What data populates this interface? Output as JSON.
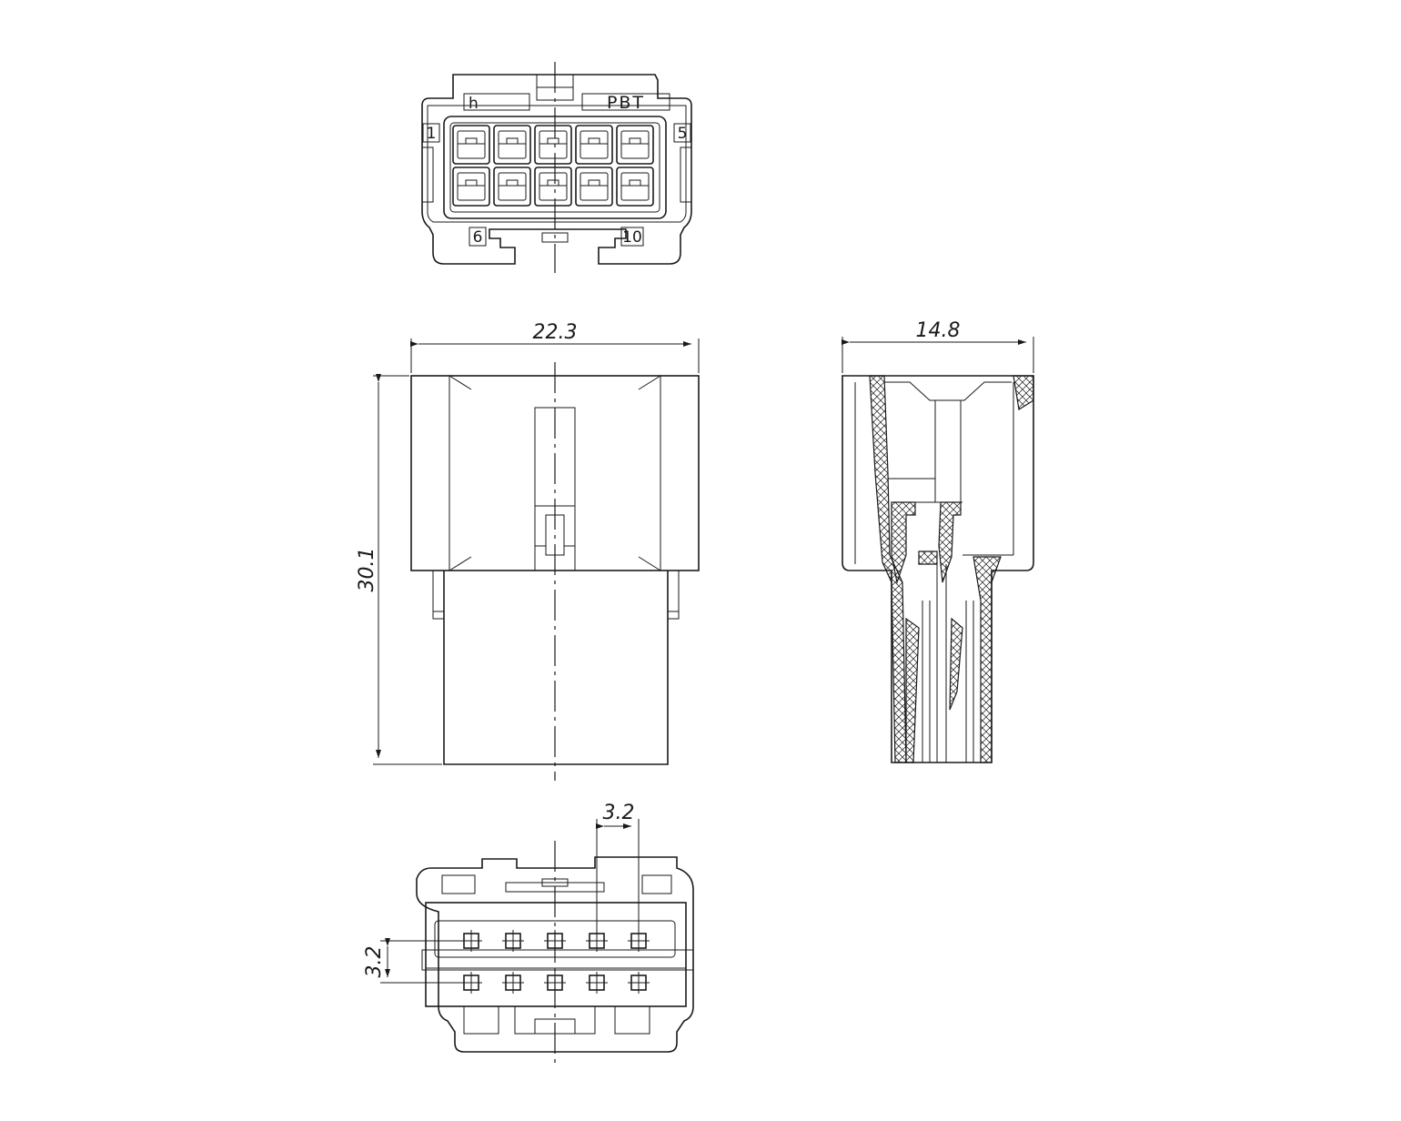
{
  "drawing": {
    "title": "",
    "front_view": {
      "marking_text": "h",
      "material_text": "PBT",
      "pin_labels": {
        "first": "1",
        "fifth": "5",
        "sixth": "6",
        "tenth": "10"
      }
    },
    "dimensions": {
      "width_main": "22.3",
      "height_main": "30.1",
      "width_side": "14.8",
      "pitch_horizontal": "3.2",
      "pitch_vertical": "3.2"
    },
    "cavities": {
      "rows": 2,
      "columns": 5
    }
  }
}
